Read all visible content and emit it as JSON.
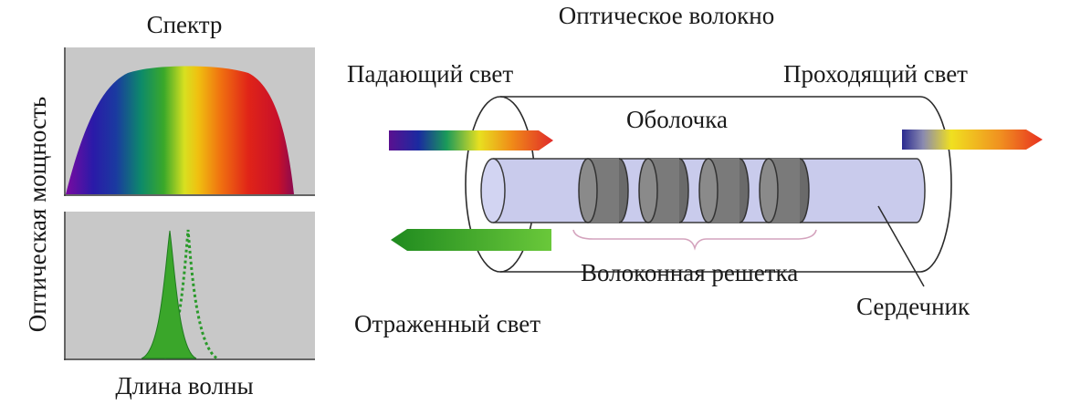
{
  "spectrum_title": "Спектр",
  "y_axis_label": "Оптическая мощность",
  "x_axis_label": "Длина волны",
  "fiber_title": "Оптическое волокно",
  "incident_light": "Падающий свет",
  "transmitted_light": "Проходящий свет",
  "cladding": "Оболочка",
  "fiber_grating": "Волоконная решетка",
  "core": "Сердечник",
  "reflected_light": "Отраженный свет",
  "colors": {
    "panel_bg": "#c8c8c8",
    "core_fill": "#c9cbec",
    "core_stroke": "#3a3a3a",
    "grating_fill": "#7a7a7a",
    "reflected_green": "#3aa62a",
    "brace": "#d4a3bd"
  }
}
